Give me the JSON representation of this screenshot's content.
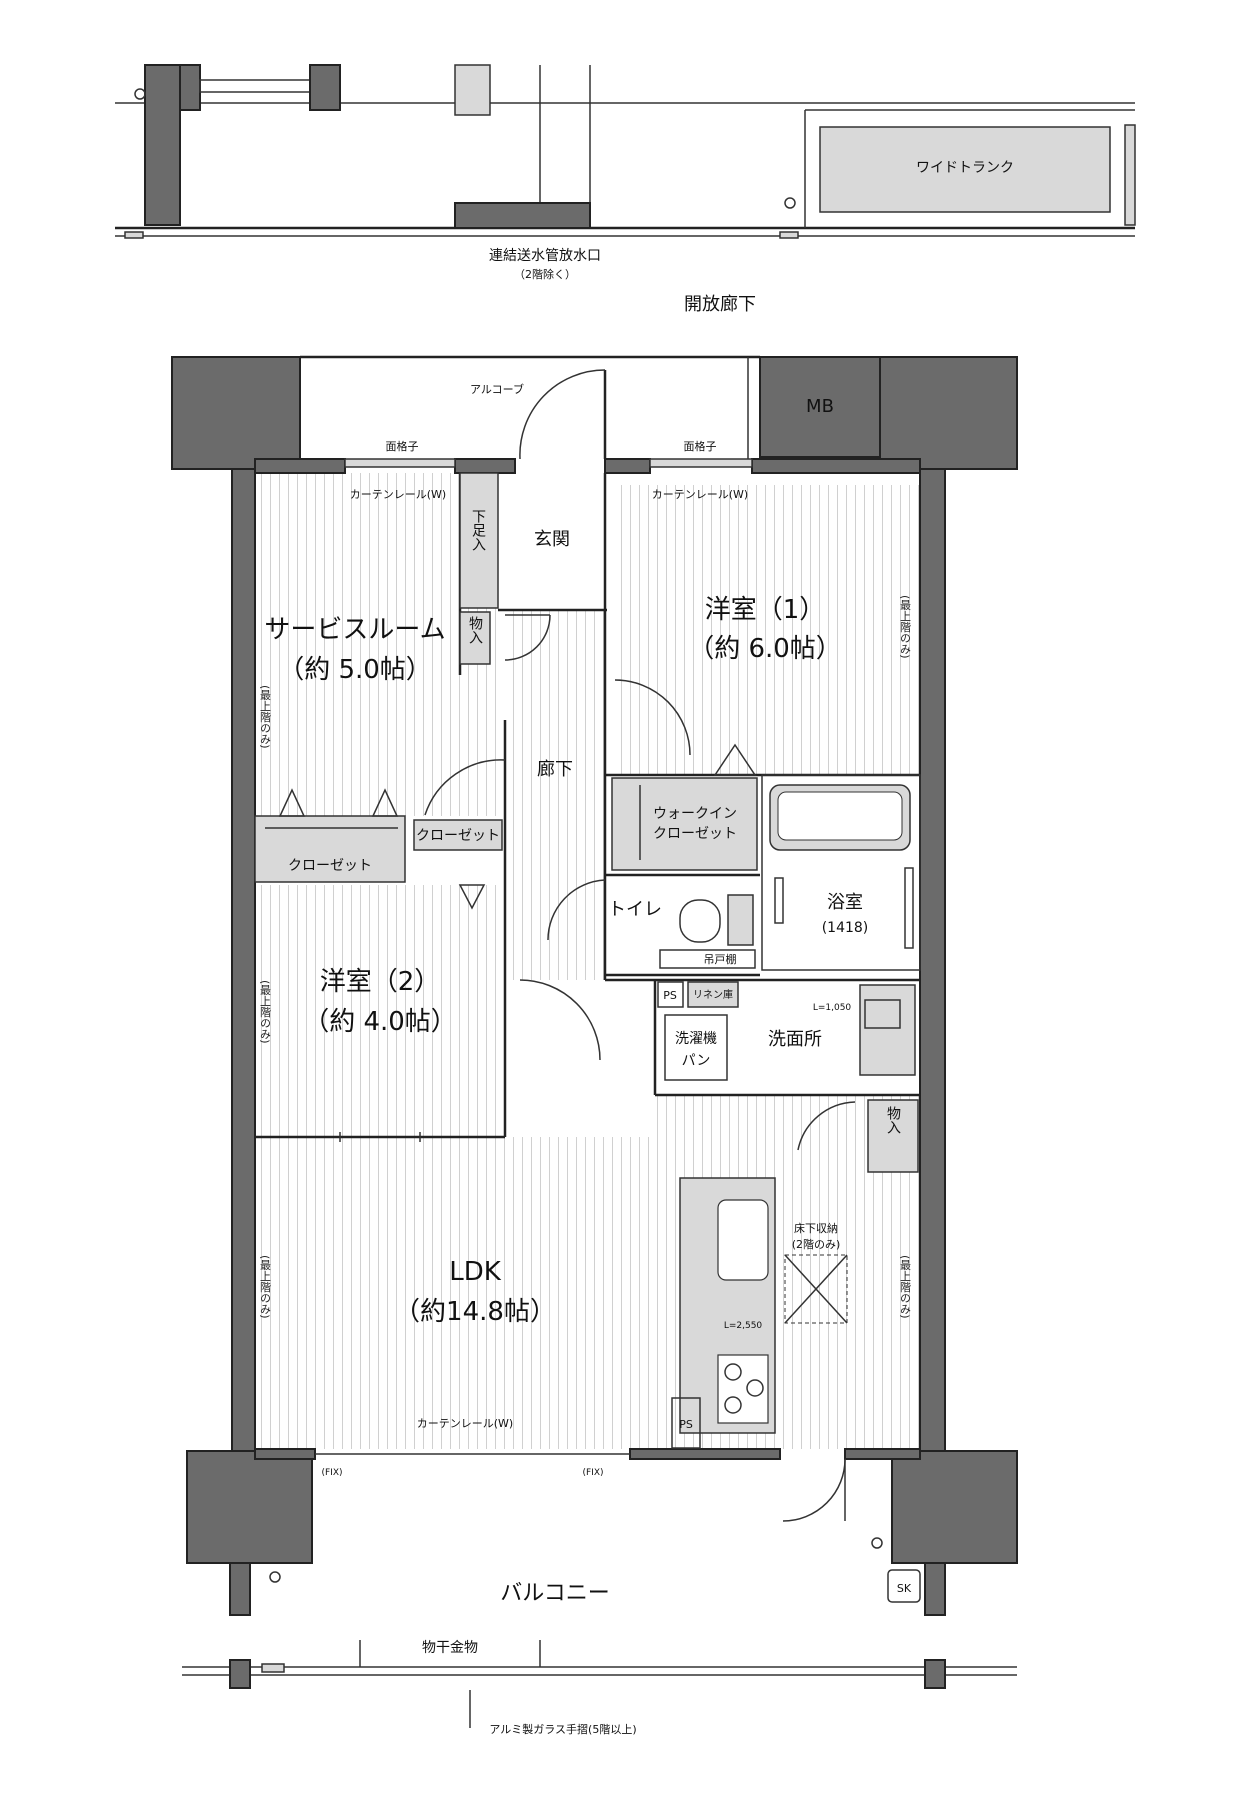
{
  "top": {
    "wide_trunk": "ワイドトランク",
    "water_inlet_line1": "連結送水管放水口",
    "water_inlet_line2": "（2階除く）",
    "open_corridor": "開放廊下"
  },
  "entry": {
    "mb": "MB",
    "alcove": "アルコーブ",
    "lattice_left": "面格子",
    "lattice_right": "面格子",
    "curtain_left": "カーテンレール(W)",
    "curtain_right": "カーテンレール(W)",
    "shoe_storage": "下足入",
    "genkan": "玄関",
    "storage_top": "物入"
  },
  "rooms": {
    "service_room_name": "サービスルーム",
    "service_room_size": "（約 5.0帖）",
    "western1_name": "洋室（1）",
    "western1_size": "（約 6.0帖）",
    "western2_name": "洋室（2）",
    "western2_size": "（約 4.0帖）",
    "ldk_name": "LDK",
    "ldk_size": "（約14.8帖）",
    "hallway": "廊下",
    "wic_line1": "ウォークイン",
    "wic_line2": "クローゼット",
    "closet_left": "クローゼット",
    "closet_right": "クローゼット",
    "toilet": "トイレ",
    "hanging_shelf": "吊戸棚",
    "bath_name": "浴室",
    "bath_size": "(1418)",
    "ps_top": "PS",
    "linen": "リネン庫",
    "washer_line1": "洗濯機",
    "washer_line2": "パン",
    "washroom": "洗面所",
    "vanity_len": "L=1,050",
    "storage_ldk": "物入",
    "underfloor_line1": "床下収納",
    "underfloor_line2": "(2階のみ)",
    "kitchen_len": "L=2,550",
    "ps_kitchen": "PS",
    "curtain_ldk": "カーテンレール(W)",
    "fix_left": "(FIX)",
    "fix_right": "(FIX)",
    "top_floor_only": "(最上階のみ)"
  },
  "balcony": {
    "name": "バルコニー",
    "sk": "SK",
    "drying": "物干金物",
    "railing": "アルミ製ガラス手摺(5階以上)"
  }
}
